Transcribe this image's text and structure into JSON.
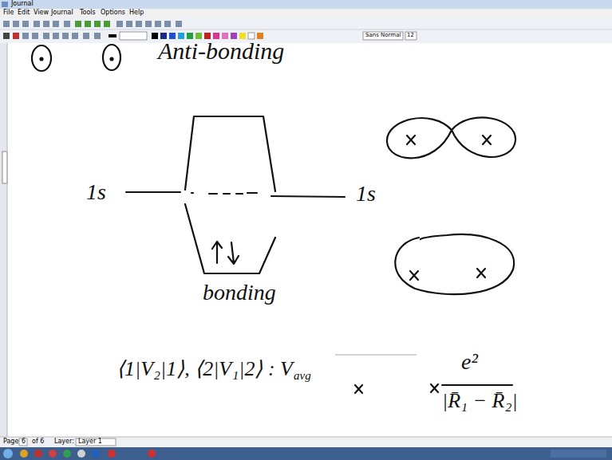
{
  "diagram": {
    "labels": [
      "Journal",
      "File",
      "Edit",
      "View",
      "Journal",
      "Tools",
      "Options",
      "Help",
      "Sans Normal",
      "12",
      "Anti-bonding",
      "1s",
      "1s",
      "bonding",
      "⟨1|V₂|1⟩, ⟨2|V₁|2⟩ : V",
      "avg",
      "e²",
      "|R̄₁ − R̄₂|",
      "Page",
      "6",
      "of 6",
      "Layer:",
      "Layer 1"
    ]
  }
}
